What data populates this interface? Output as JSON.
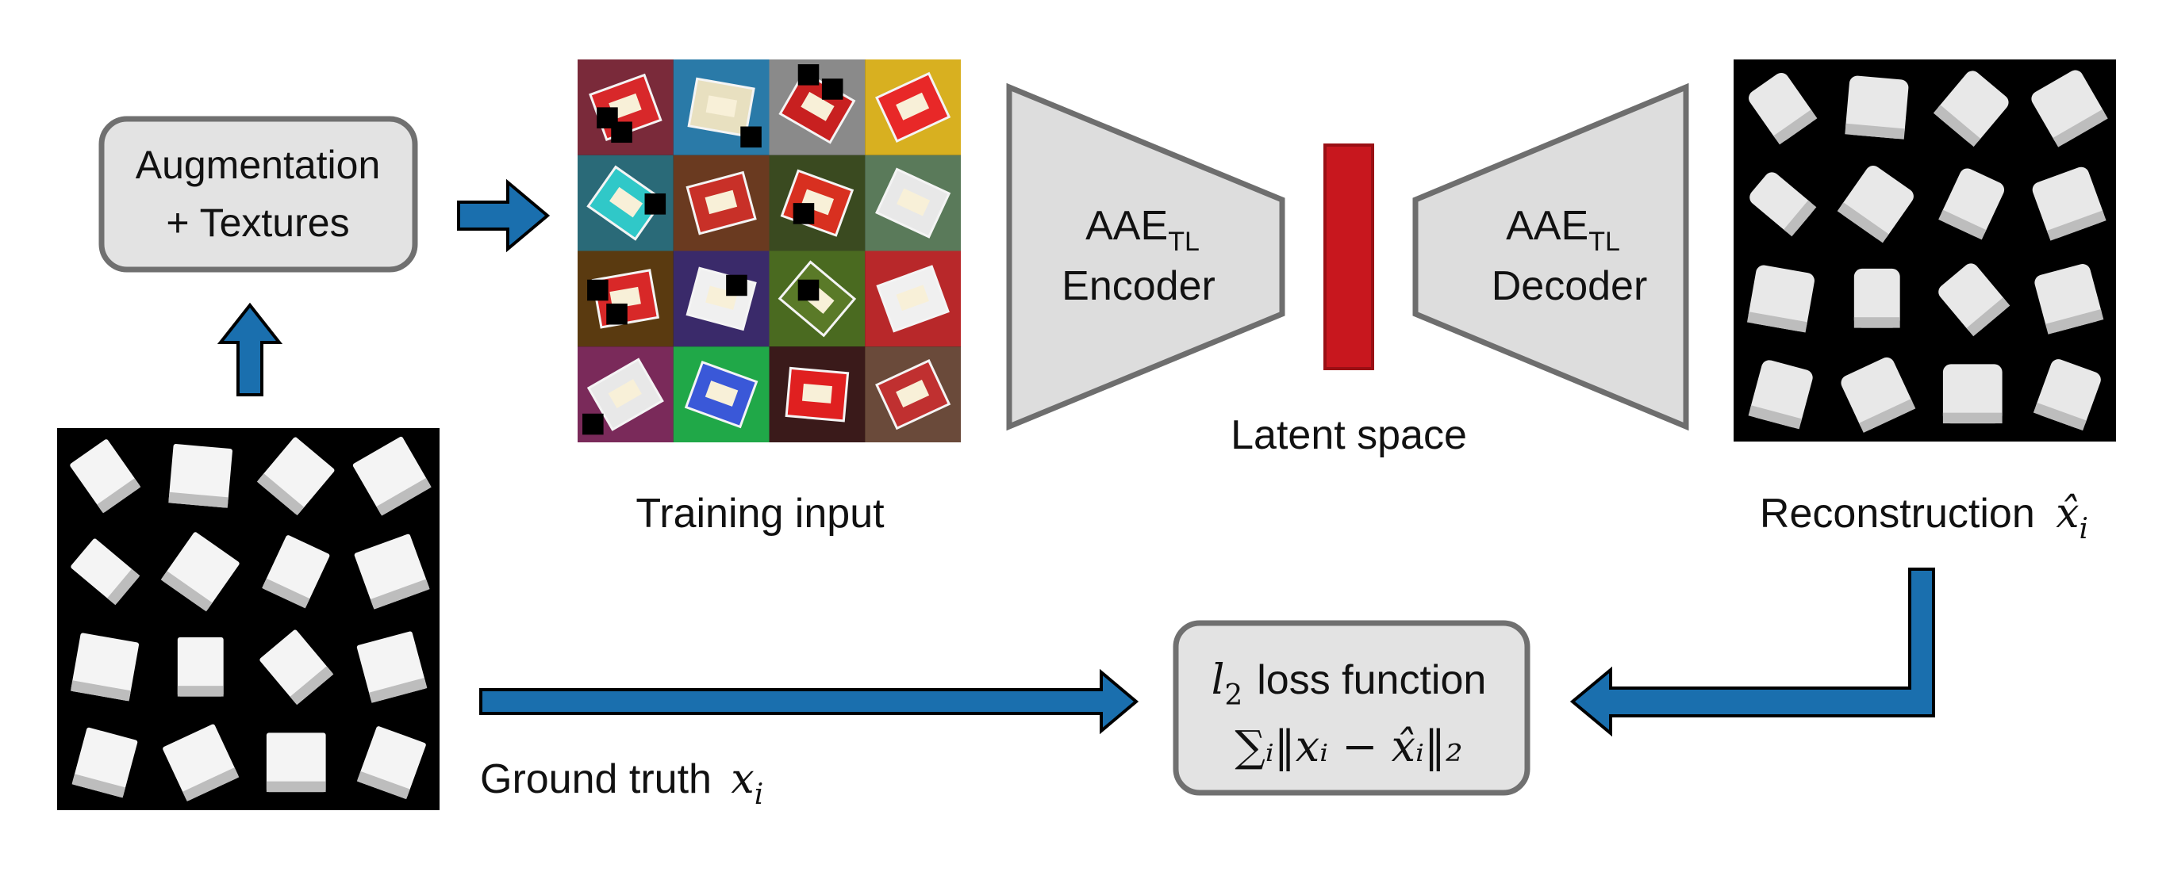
{
  "augmentation_box": {
    "line1": "Augmentation",
    "line2": "+ Textures"
  },
  "encoder": {
    "name": "AAE",
    "subscript": "TL",
    "label": "Encoder"
  },
  "decoder": {
    "name": "AAE",
    "subscript": "TL",
    "label": "Decoder"
  },
  "latent": {
    "caption": "Latent space",
    "color": "#c8171e"
  },
  "training_input": {
    "caption": "Training input"
  },
  "reconstruction": {
    "caption": "Reconstruction",
    "symbol": "x̂",
    "subscript": "i"
  },
  "ground_truth": {
    "caption": "Ground truth",
    "symbol": "x",
    "subscript": "i"
  },
  "loss_box": {
    "symbol": "l",
    "subscript": "2",
    "label": "loss function",
    "formula": "∑ᵢ‖xᵢ − x̂ᵢ‖₂"
  },
  "colors": {
    "arrow": "#1a6fae",
    "box_fill": "#e3e3e3",
    "box_stroke": "#707070",
    "trapezoid_fill": "#dddddd",
    "trapezoid_stroke": "#6e6e6e",
    "image_background": "#000000"
  }
}
